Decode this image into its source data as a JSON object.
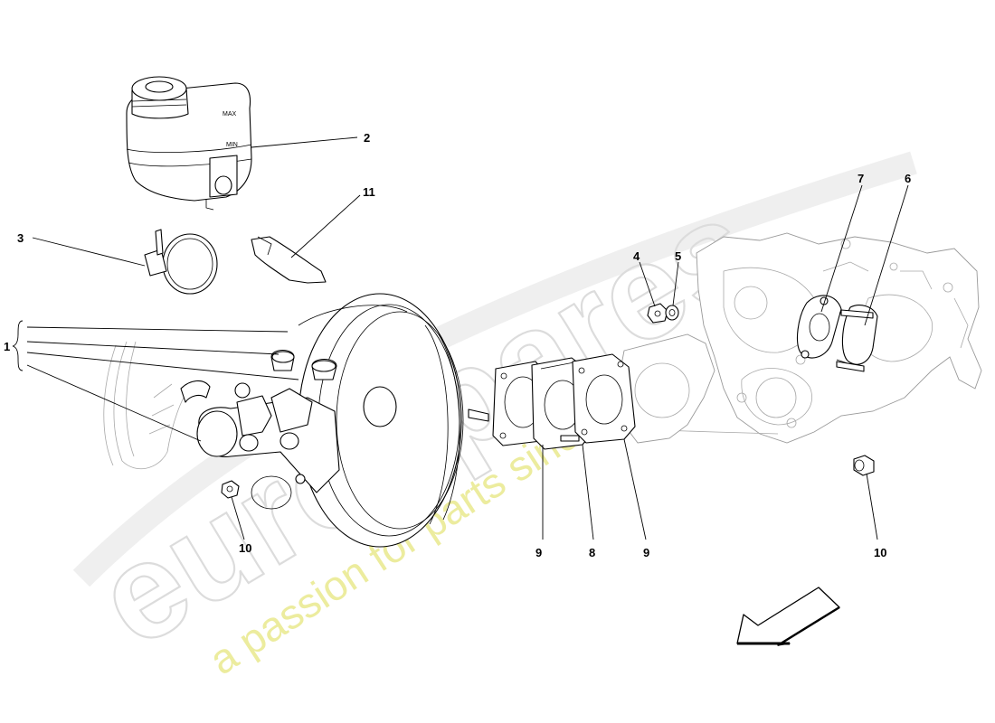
{
  "watermark": {
    "logo_text": "eurospares",
    "tagline": "a passion for parts since 1985"
  },
  "callouts": {
    "c1": "1",
    "c2": "2",
    "c3": "3",
    "c4": "4",
    "c5": "5",
    "c6": "6",
    "c7": "7",
    "c8": "8",
    "c9a": "9",
    "c9b": "9",
    "c10a": "10",
    "c10b": "10",
    "c11": "11"
  },
  "reservoir_cap_text": "MAX",
  "reservoir_min_text": "MIN",
  "colors": {
    "line": "#000000",
    "background_part": "#9a9a9a",
    "watermark_logo": "#dcdcdc",
    "watermark_tagline": "#ecec9e"
  },
  "icons": {
    "direction": "arrow-icon"
  }
}
